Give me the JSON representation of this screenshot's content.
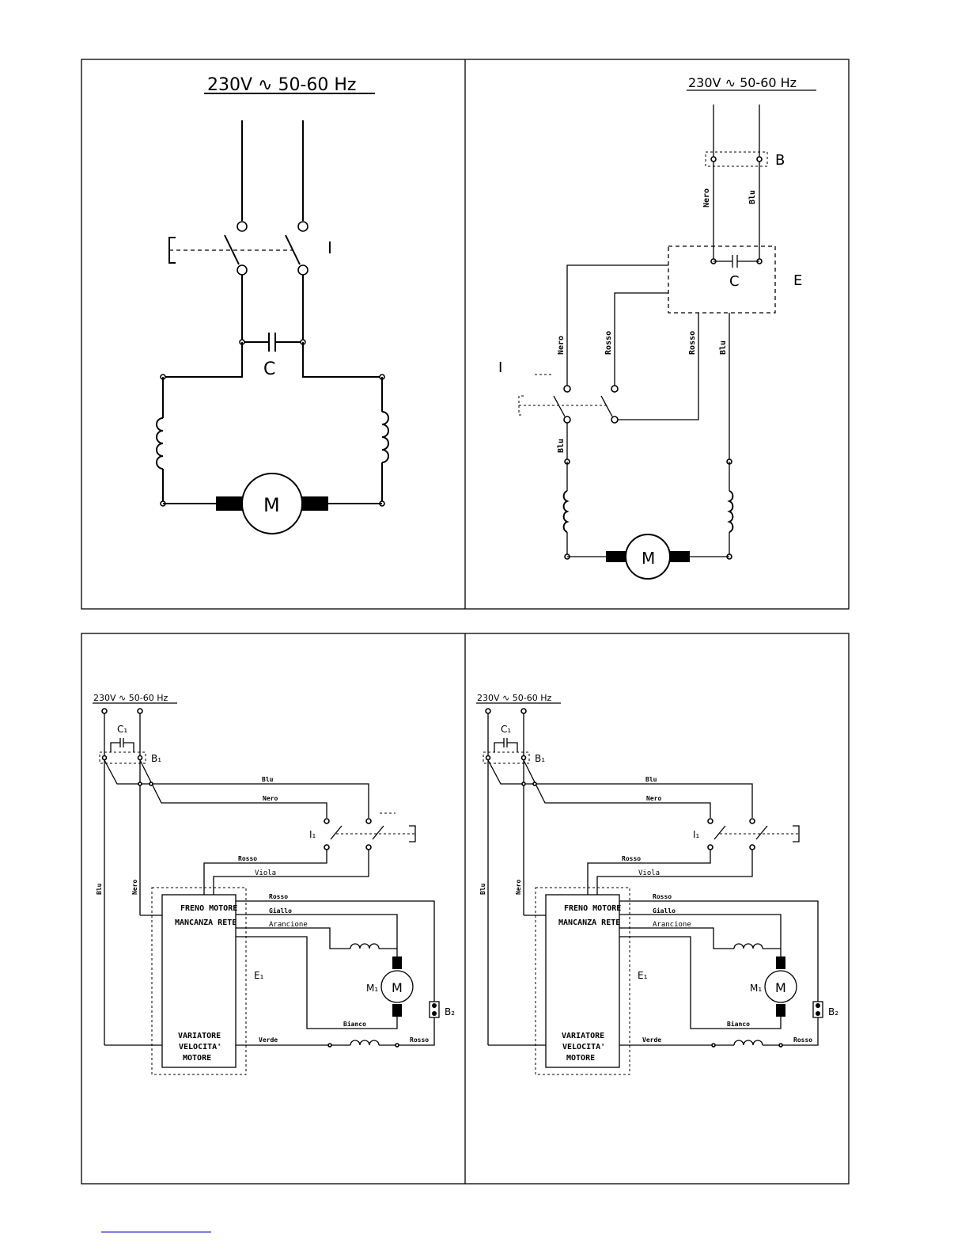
{
  "panel_tl": {
    "supply": "230V ∿ 50-60 Hz",
    "switch_label": "I",
    "capacitor_label": "C",
    "motor_label": "M"
  },
  "panel_tr": {
    "supply": "230V ∿ 50-60 Hz",
    "terminal_label": "B",
    "box_label": "E",
    "capacitor_label": "C",
    "switch_label": "I",
    "motor_label": "M",
    "wires": {
      "nero_top": "Nero",
      "blu_top": "Blu",
      "nero": "Nero",
      "rosso": "Rosso",
      "rosso2": "Rosso",
      "blu": "Blu",
      "blu_low": "Blu"
    }
  },
  "panel_bottom": {
    "supply": "230V ∿ 50-60 Hz",
    "capacitor_label": "C₁",
    "terminal1_label": "B₁",
    "terminal2_label": "B₂",
    "switch_label": "I₁",
    "box_label": "E₁",
    "motor_label": "M₁",
    "motor_symbol": "M",
    "box_top_lines": [
      "FRENO MOTORE",
      "MANCANZA RETE"
    ],
    "box_bottom_lines": [
      "VARIATORE",
      "VELOCITA'",
      "MOTORE"
    ],
    "wires": {
      "blu": "Blu",
      "nero": "Nero",
      "rosso": "Rosso",
      "viola": "Viola",
      "rosso2": "Rosso",
      "giallo": "Giallo",
      "arancione": "Arancione",
      "bianco": "Bianco",
      "verde": "Verde",
      "rosso3": "Rosso",
      "blu_left": "Blu",
      "nero_left": "Nero"
    }
  }
}
